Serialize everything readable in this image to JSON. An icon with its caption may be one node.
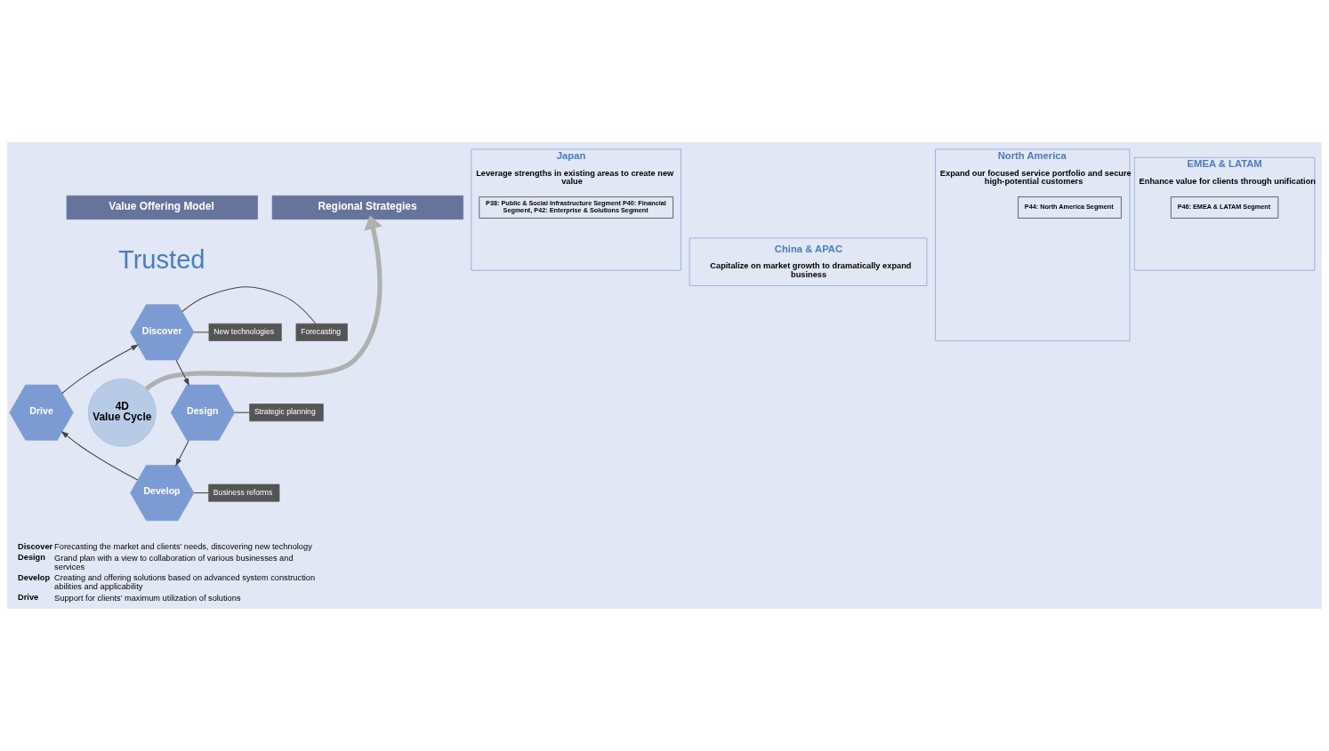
{
  "diagram": {
    "nodes": [
      {
        "text": [
          "Value Offering Model"
        ]
      },
      {
        "text": [
          "4D Value Cycle"
        ]
      },
      {
        "text": [
          "Discover"
        ]
      },
      {
        "text": [
          "Design"
        ]
      },
      {
        "text": [
          "Develop"
        ]
      },
      {
        "text": [
          "Drive"
        ]
      },
      {
        "text": [
          "Forecasting"
        ]
      },
      {
        "text": [
          "New technologies"
        ]
      },
      {
        "text": [
          "Strategic planning"
        ]
      },
      {
        "text": [
          "Business reforms"
        ]
      },
      {
        "text": [
          "Regional Strategies"
        ]
      },
      {
        "text": [
          "Japan",
          "Leverage strengths in existing areas to create new value"
        ]
      },
      {
        "text": [
          "P38: Public & Social Infrastructure Segment P40: Financial Segment, P42: Enterprise & Solutions Segment"
        ],
        "in": 11
      },
      {
        "text": [
          "China & APAC",
          "Capitalize on market growth to dramatically expand business"
        ]
      },
      {
        "text": [
          "North America",
          "Expand our focused service portfolio and secure high-potential customers"
        ]
      },
      {
        "text": [
          "P44: North America Segment"
        ],
        "in": 14
      },
      {
        "text": [
          "EMEA & LATAM",
          "Enhance value for clients through unification"
        ]
      },
      {
        "text": [
          "P46: EMEA & LATAM Segment"
        ],
        "in": 16
      }
    ],
    "edges": [
      {
        "from": 2,
        "to": 3,
        "arrow": "to"
      },
      {
        "from": 3,
        "to": 4,
        "arrow": "to"
      },
      {
        "from": 4,
        "to": 5,
        "arrow": "to"
      },
      {
        "from": 5,
        "to": 2,
        "arrow": "to"
      },
      {
        "from": 2,
        "to": 6,
        "arrow": "none"
      },
      {
        "from": 2,
        "to": 7,
        "arrow": "none"
      },
      {
        "from": 3,
        "to": 8,
        "arrow": "none"
      },
      {
        "from": 4,
        "to": 9,
        "arrow": "none"
      },
      {
        "from": 1,
        "to": 10,
        "arrow": "to",
        "style": "thick",
        "color": "#b0b0b0"
      }
    ],
    "labels": [
      "Trusted",
      "Discover",
      "Forecasting the market and clients’ needs, discovering new technology",
      "Design",
      "Grand plan with a view to collaboration of various businesses and services",
      "Develop",
      "Creating and offering solutions based on advanced system construction abilities and applicability",
      "Drive",
      "Support for clients’ maximum utilization of solutions"
    ]
  }
}
